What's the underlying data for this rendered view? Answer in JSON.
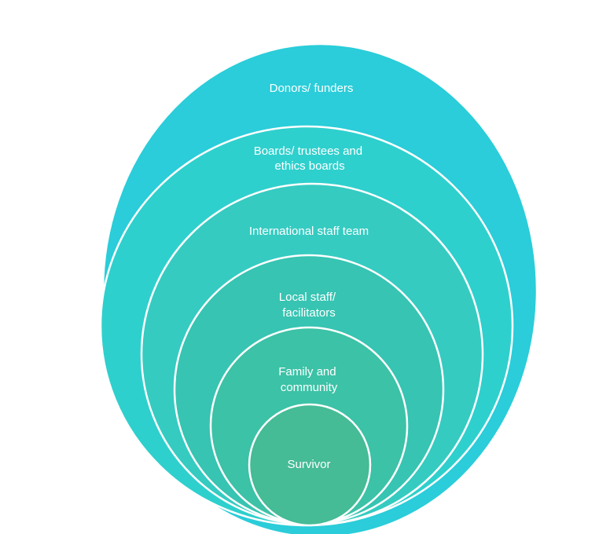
{
  "diagram": {
    "rings": [
      {
        "lines": [
          "Donors/ funders"
        ],
        "color": "#2acdd9"
      },
      {
        "lines": [
          "Boards/ trustees and",
          "ethics boards"
        ],
        "color": "#2ed0cd"
      },
      {
        "lines": [
          "International staff team"
        ],
        "color": "#35cbc1"
      },
      {
        "lines": [
          "Local staff/",
          "facilitators"
        ],
        "color": "#37c4b2"
      },
      {
        "lines": [
          "Family and",
          "community"
        ],
        "color": "#3cc2a6"
      },
      {
        "lines": [
          "Survivor"
        ],
        "color": "#45bb96"
      }
    ],
    "stroke_color": "#ffffff"
  }
}
